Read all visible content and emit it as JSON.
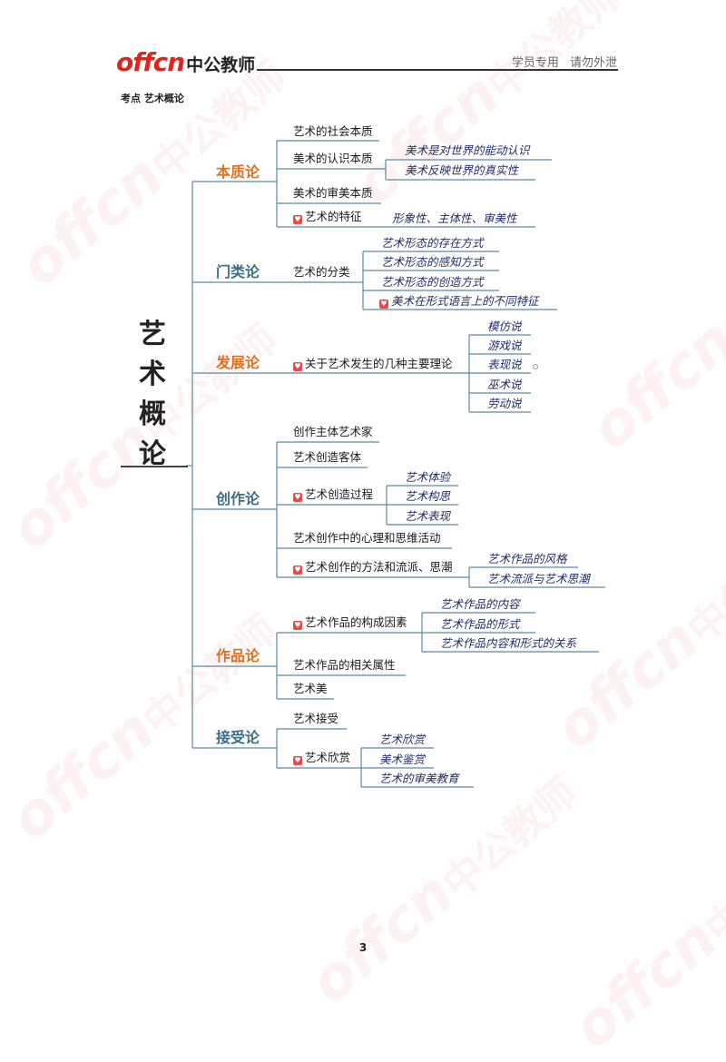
{
  "header": {
    "logo_en": "offcn",
    "logo_cn": "中公教师",
    "right_label": "学员专用 请勿外泄"
  },
  "breadcrumb": "考点 艺术概论",
  "main_title": [
    "艺",
    "术",
    "概",
    "论"
  ],
  "watermark": {
    "logo_en": "offcn",
    "logo_cn": "中公教师"
  },
  "colors": {
    "brand": "#e2231a",
    "category_teal": "#3b6f8a",
    "category_orange": "#e0701c",
    "lines": "#5b8aa3",
    "heart": "#e94b4b"
  },
  "icons": {
    "star_marker": "heart-icon"
  },
  "categories": {
    "benzhi": {
      "label": "本质论",
      "n1": "艺术的社会本质",
      "n2": "美术的认识本质",
      "n2_l1": "美术是对世界的能动认识",
      "n2_l2": "美术反映世界的真实性",
      "n3": "美术的审美本质",
      "n4": "艺术的特征",
      "n4_l1": "形象性、主体性、审美性"
    },
    "menlei": {
      "label": "门类论",
      "n1": "艺术的分类",
      "l1": "艺术形态的存在方式",
      "l2": "艺术形态的感知方式",
      "l3": "艺术形态的创造方式",
      "l4": "美术在形式语言上的不同特征"
    },
    "fazhan": {
      "label": "发展论",
      "n1": "关于艺术发生的几种主要理论",
      "l1": "模仿说",
      "l2": "游戏说",
      "l3": "表现说",
      "l4": "巫术说",
      "l5": "劳动说"
    },
    "chuangzuo": {
      "label": "创作论",
      "n1": "创作主体艺术家",
      "n2": "艺术创造客体",
      "n3": "艺术创造过程",
      "n3_l1": "艺术体验",
      "n3_l2": "艺术构思",
      "n3_l3": "艺术表现",
      "n4": "艺术创作中的心理和思维活动",
      "n5": "艺术创作的方法和流派、思潮",
      "n5_l1": "艺术作品的风格",
      "n5_l2": "艺术流派与艺术思潮"
    },
    "zuopin": {
      "label": "作品论",
      "n1": "艺术作品的构成因素",
      "n1_l1": "艺术作品的内容",
      "n1_l2": "艺术作品的形式",
      "n1_l3": "艺术作品内容和形式的关系",
      "n2": "艺术作品的相关属性",
      "n3": "艺术美"
    },
    "jieshou": {
      "label": "接受论",
      "n1": "艺术接受",
      "n2": "艺术欣赏",
      "n2_l1": "艺术欣赏",
      "n2_l2": "美术鉴赏",
      "n2_l3": "艺术的审美教育"
    }
  },
  "page_number": "3"
}
